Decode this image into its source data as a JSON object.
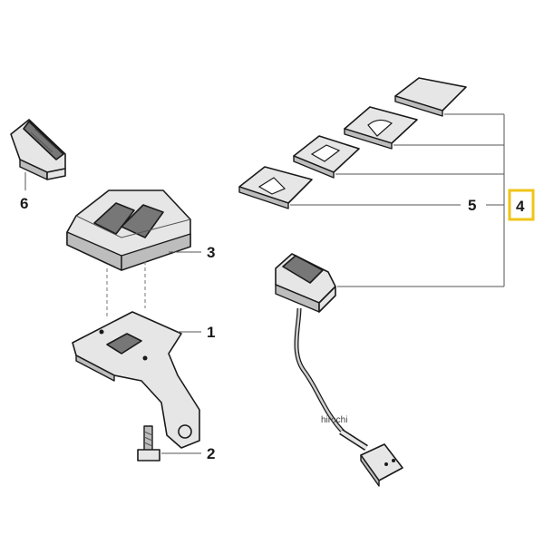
{
  "callouts": {
    "c1": "1",
    "c2": "2",
    "c3": "3",
    "c4": "4",
    "c5": "5",
    "c6": "6"
  },
  "watermark": "hirochi",
  "colors": {
    "highlight": "#f0c419",
    "line": "#1a1a1a"
  }
}
